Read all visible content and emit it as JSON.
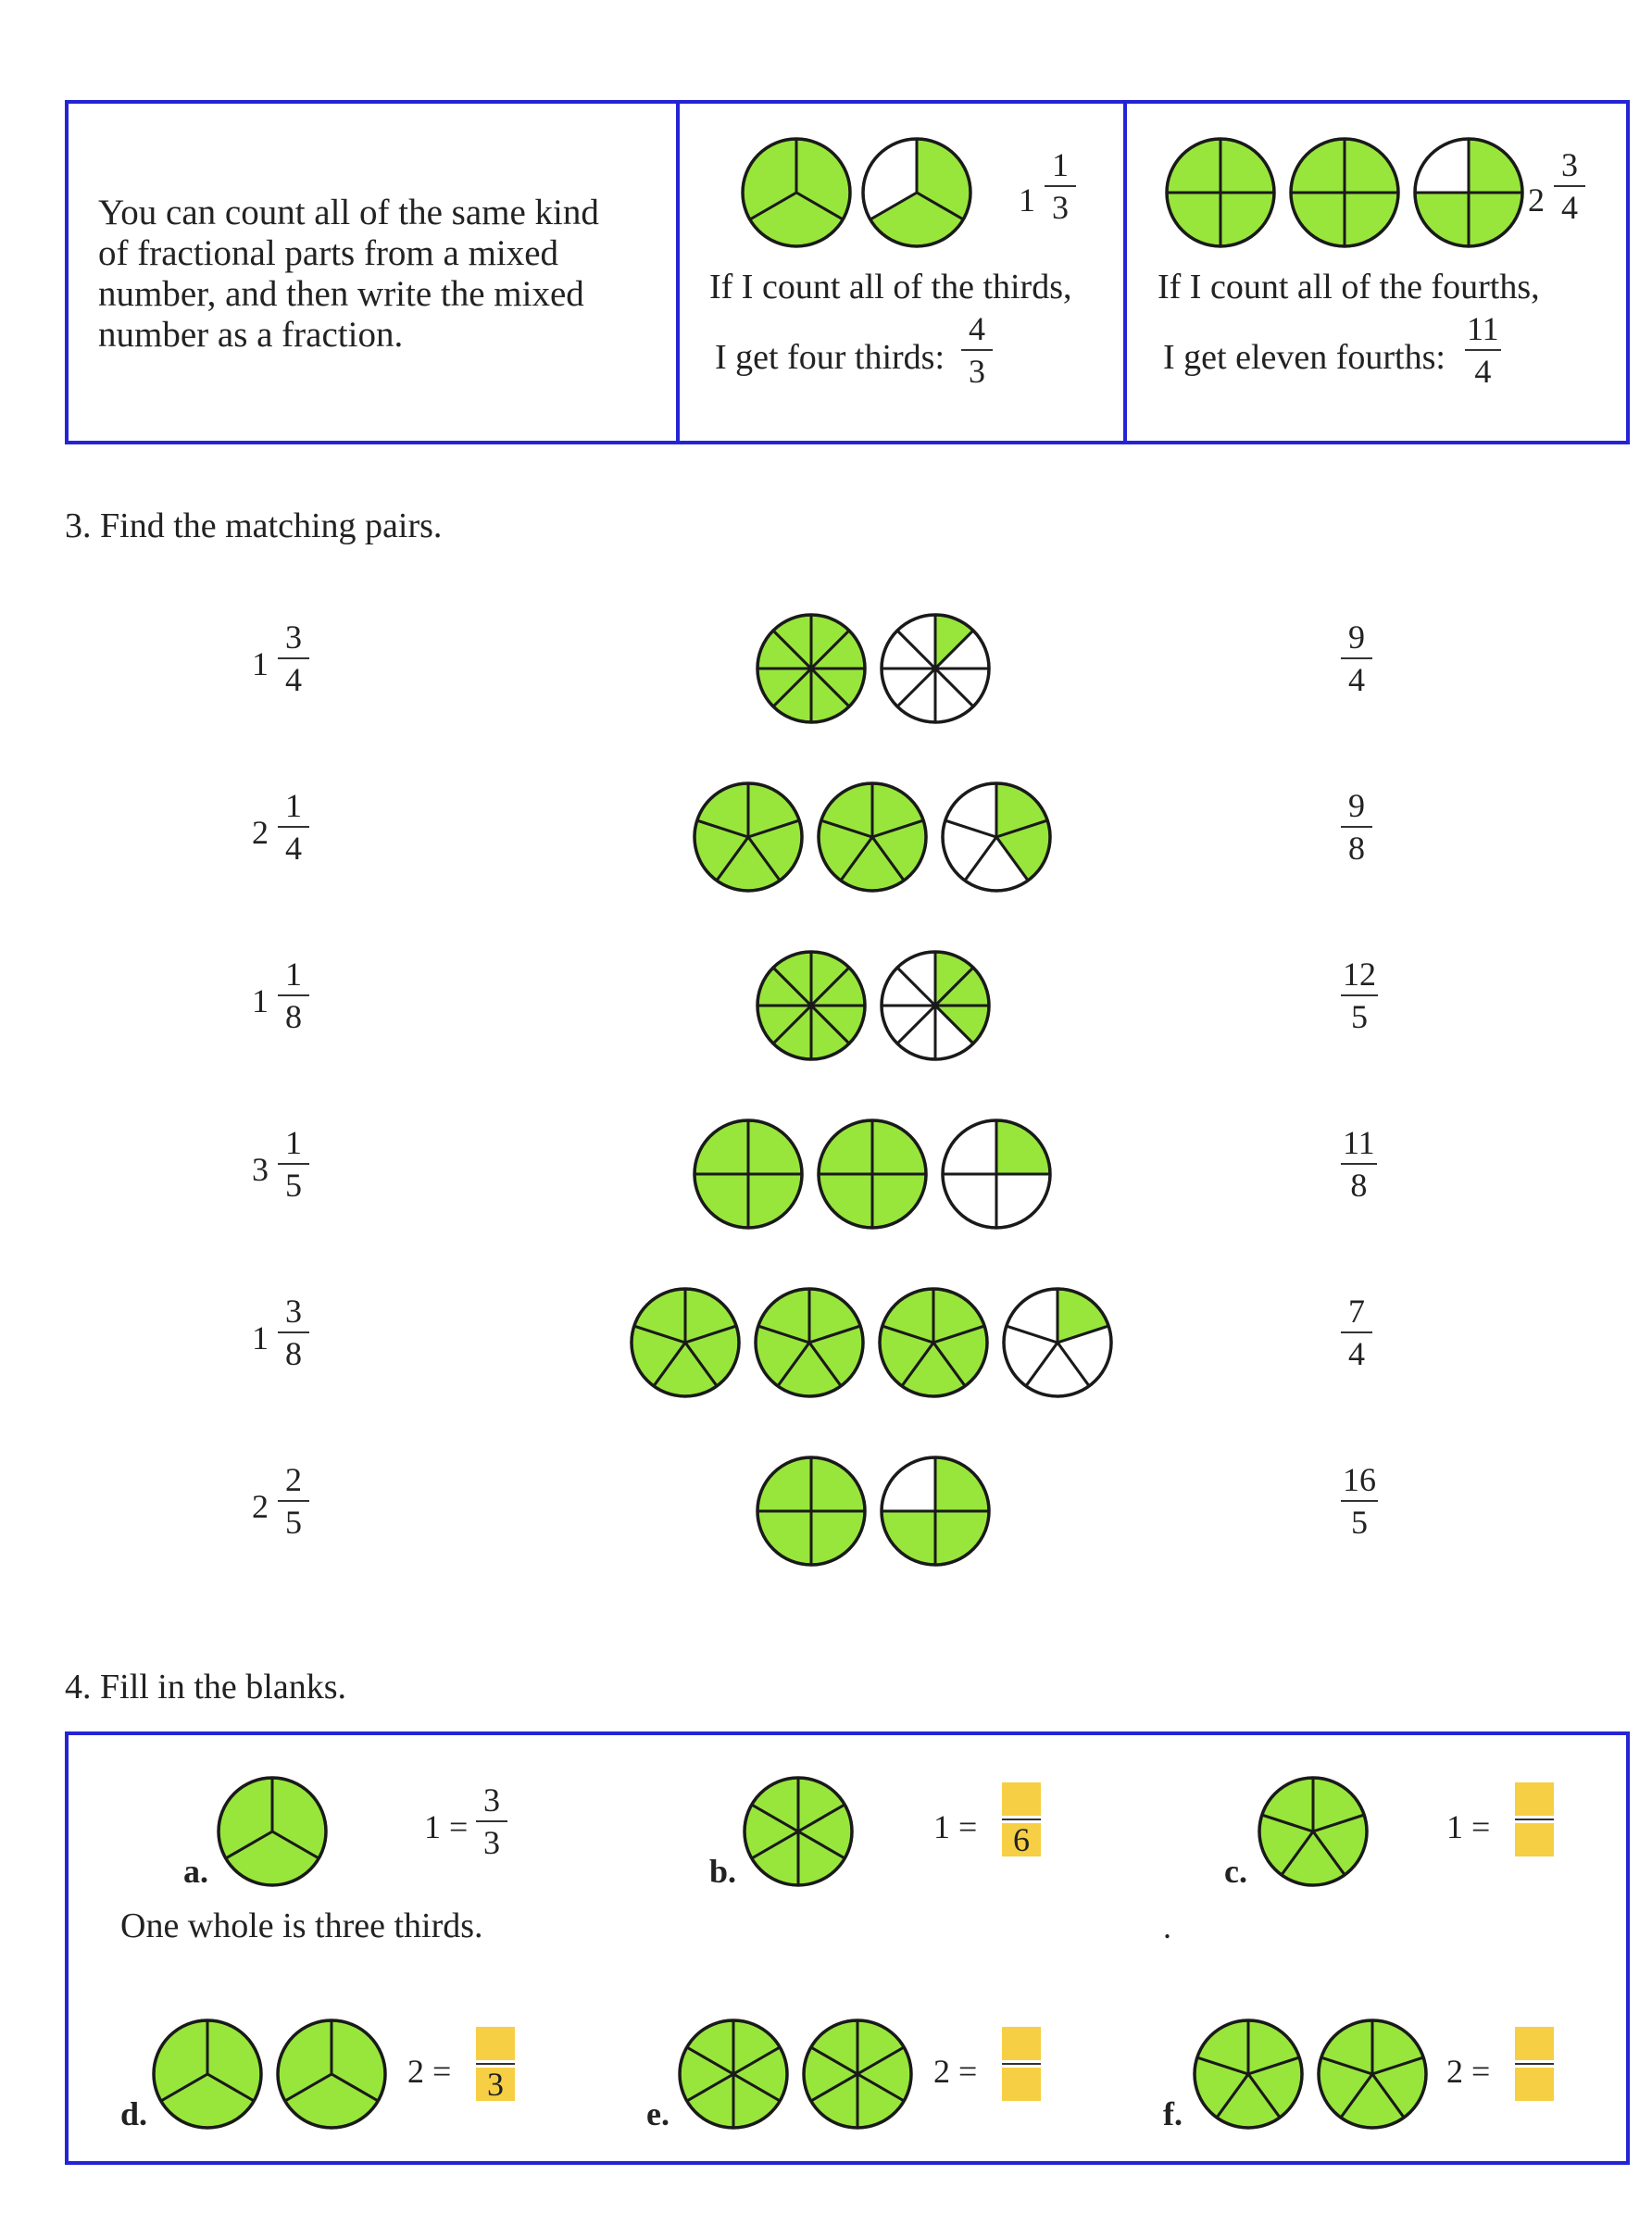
{
  "explain": {
    "text": "You can count all of the same kind of fractional parts from a mixed number, and then write the mixed number as a fraction.",
    "ex1": {
      "mixed_whole": "1",
      "mixed_num": "1",
      "mixed_den": "3",
      "line1": "If I count all of the thirds,",
      "line2": "I get four thirds:",
      "frac_num": "4",
      "frac_den": "3"
    },
    "ex2": {
      "mixed_whole": "2",
      "mixed_num": "3",
      "mixed_den": "4",
      "line1": "If I count all of the fourths,",
      "line2": "I get eleven fourths:",
      "frac_num": "11",
      "frac_den": "4"
    }
  },
  "q3": {
    "heading": "3. Find the matching pairs.",
    "mixed": [
      {
        "whole": "1",
        "num": "3",
        "den": "4"
      },
      {
        "whole": "2",
        "num": "1",
        "den": "4"
      },
      {
        "whole": "1",
        "num": "1",
        "den": "8"
      },
      {
        "whole": "3",
        "num": "1",
        "den": "5"
      },
      {
        "whole": "1",
        "num": "3",
        "den": "8"
      },
      {
        "whole": "2",
        "num": "2",
        "den": "5"
      }
    ],
    "fractions": [
      {
        "num": "9",
        "den": "4"
      },
      {
        "num": "9",
        "den": "8"
      },
      {
        "num": "12",
        "den": "5"
      },
      {
        "num": "11",
        "den": "8"
      },
      {
        "num": "7",
        "den": "4"
      },
      {
        "num": "16",
        "den": "5"
      }
    ]
  },
  "q4": {
    "heading": "4. Fill in the blanks.",
    "a": {
      "label": "a.",
      "lhs": "1",
      "num": "3",
      "den": "3",
      "note": "One whole is three thirds."
    },
    "b": {
      "label": "b.",
      "lhs": "1",
      "den": "6"
    },
    "c": {
      "label": "c.",
      "lhs": "1",
      "dot": "."
    },
    "d": {
      "label": "d.",
      "lhs": "2",
      "den": "3"
    },
    "e": {
      "label": "e.",
      "lhs": "2"
    },
    "f": {
      "label": "f.",
      "lhs": "2"
    }
  },
  "colors": {
    "shaded": "#98e63b",
    "border": "#2424d6",
    "blank": "#f7cf45"
  },
  "icons": "pie-icon"
}
